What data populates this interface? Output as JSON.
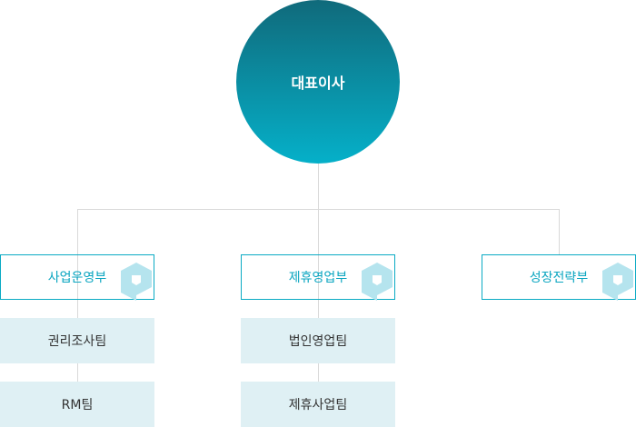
{
  "ceo": {
    "label": "대표이사"
  },
  "departments": [
    {
      "label": "사업운영부",
      "teams": [
        {
          "label": "권리조사팀"
        },
        {
          "label": "RM팀"
        }
      ]
    },
    {
      "label": "제휴영업부",
      "teams": [
        {
          "label": "법인영업팀"
        },
        {
          "label": "제휴사업팀"
        }
      ]
    },
    {
      "label": "성장전략부",
      "teams": []
    }
  ],
  "colors": {
    "accent": "#0aaac4",
    "team_bg": "#dff0f4",
    "logo": "#b5e4ee"
  }
}
